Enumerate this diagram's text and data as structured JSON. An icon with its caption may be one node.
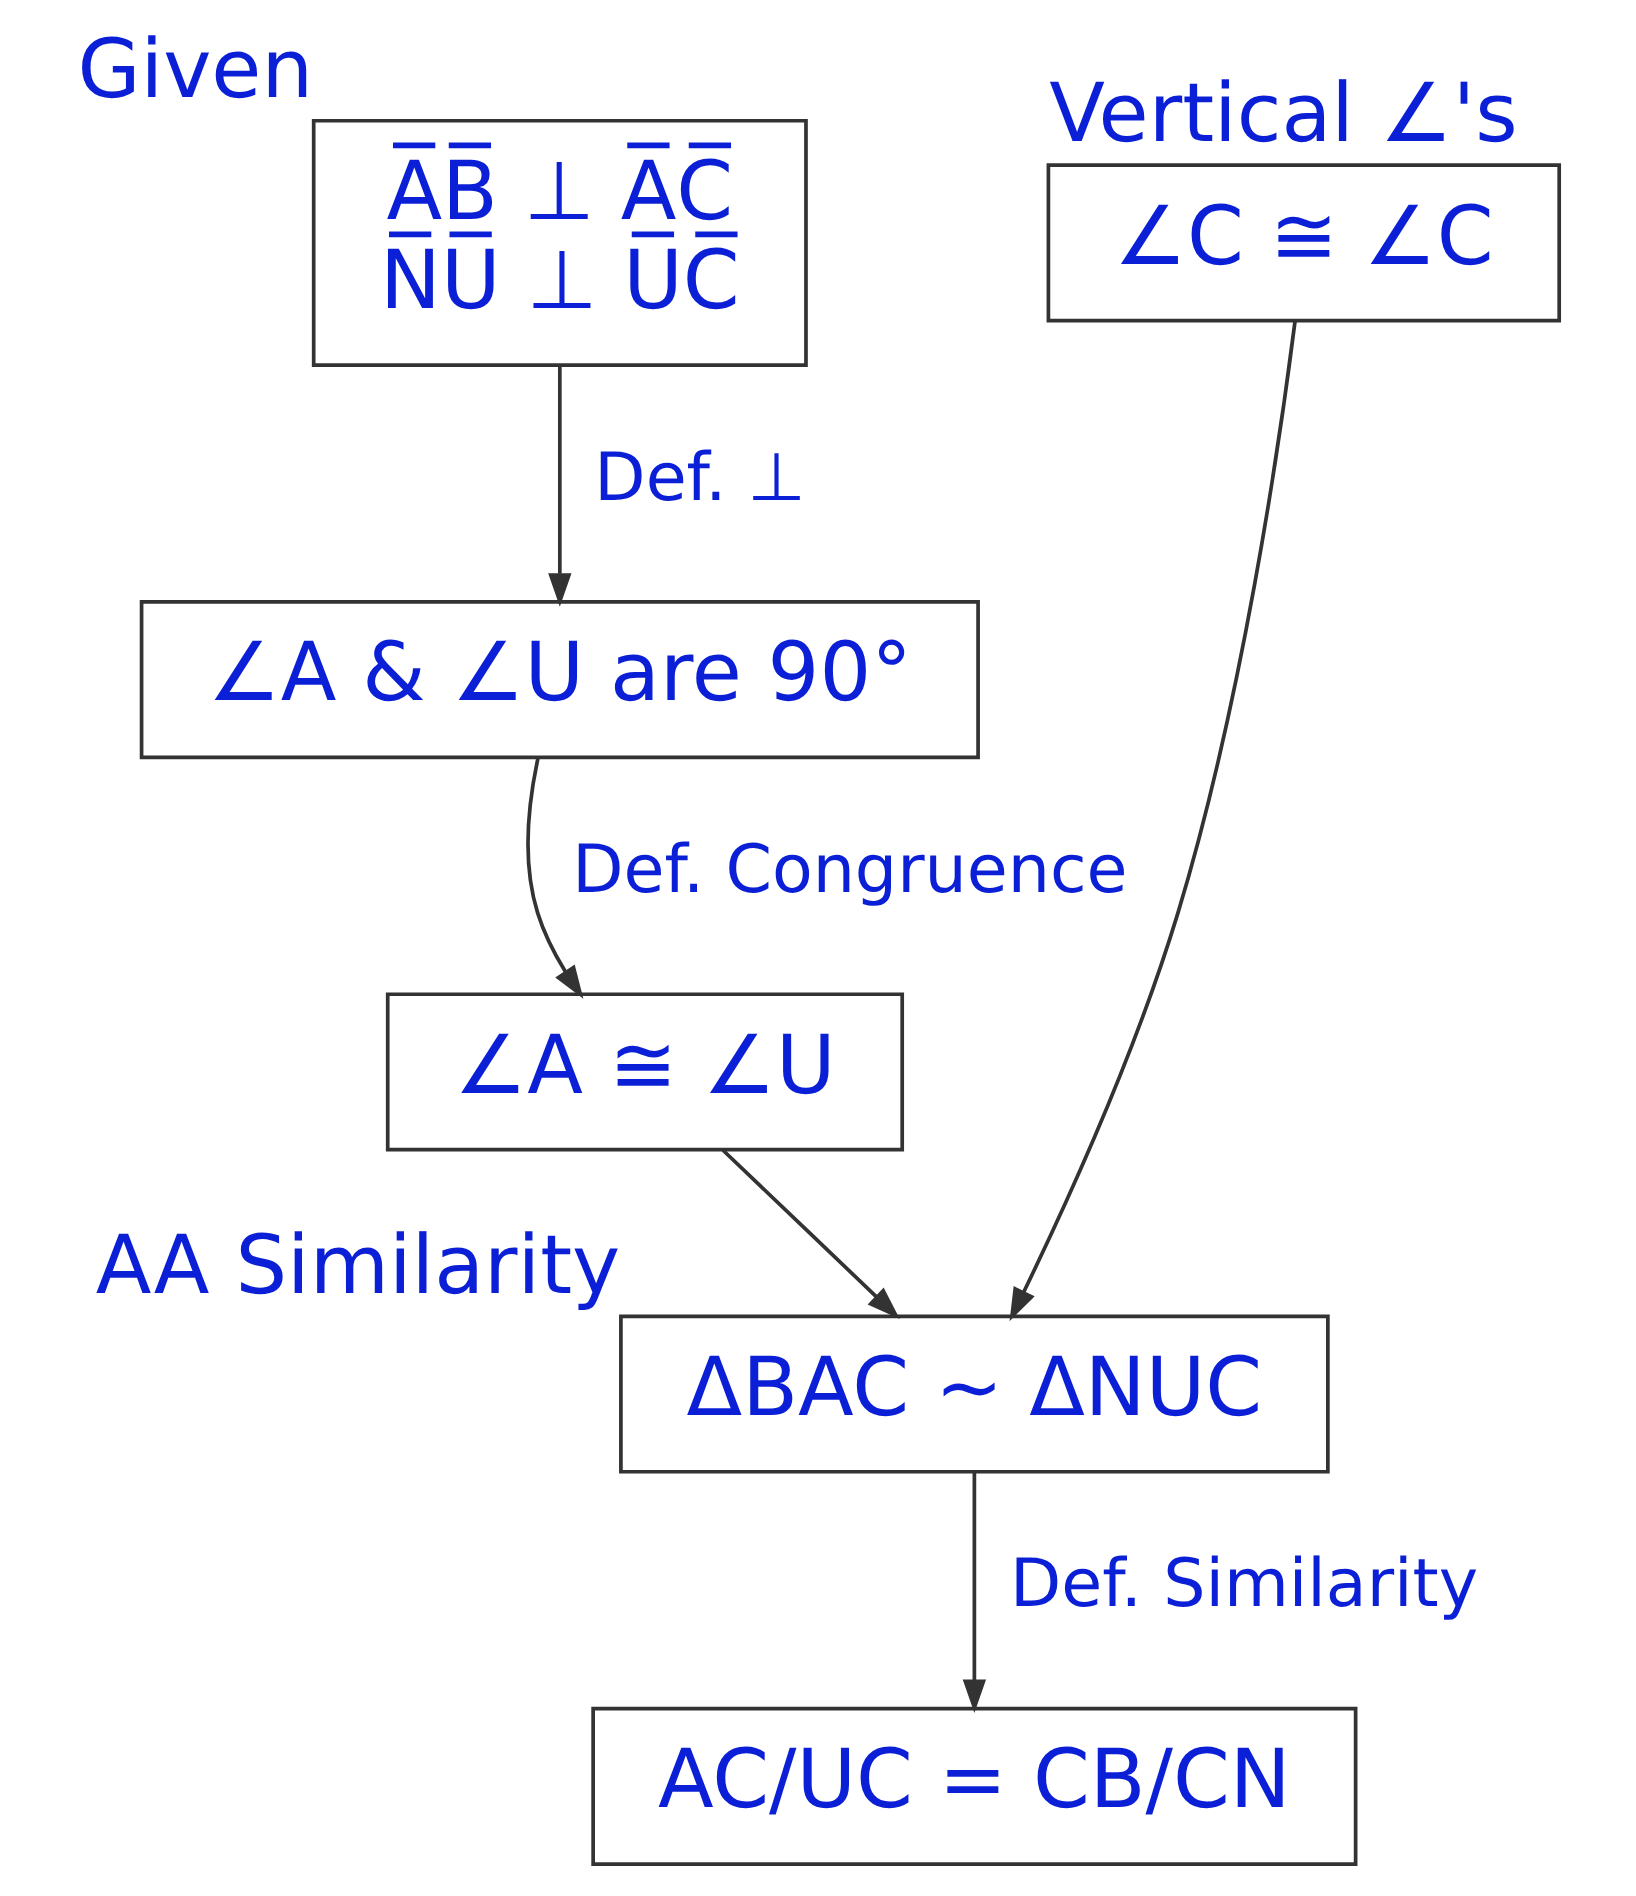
{
  "diagram": {
    "nodes": [
      {
        "text": [
          "A̅B̅ ⊥ A̅C̅",
          "N̅U̅ ⊥ U̅C̅"
        ],
        "beside": [
          "Given"
        ]
      },
      {
        "text": [
          "∠C ≅ ∠C"
        ],
        "beside": [
          "Vertical ∠'s"
        ]
      },
      {
        "text": [
          "∠A & ∠U are 90°"
        ]
      },
      {
        "text": [
          "∠A ≅ ∠U"
        ]
      },
      {
        "text": [
          "ΔBAC ~ ΔNUC"
        ],
        "beside": [
          "AA Similarity"
        ]
      },
      {
        "text": [
          "AC/UC = CB/CN"
        ]
      }
    ],
    "edges": [
      {
        "from": 0,
        "to": 2,
        "arrow": "to",
        "label": "Def. ⊥"
      },
      {
        "from": 2,
        "to": 3,
        "arrow": "to",
        "label": "Def. Congruence"
      },
      {
        "from": 3,
        "to": 4,
        "arrow": "to"
      },
      {
        "from": 1,
        "to": 4,
        "arrow": "to"
      },
      {
        "from": 4,
        "to": 5,
        "arrow": "to",
        "label": "Def. Similarity"
      }
    ]
  }
}
